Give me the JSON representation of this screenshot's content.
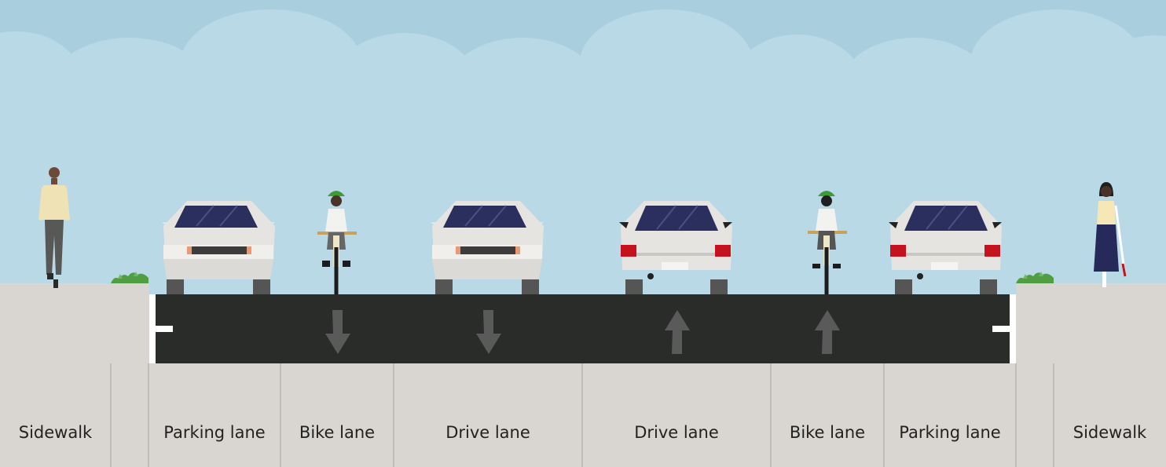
{
  "colors": {
    "sky": "#a9cfdf",
    "cloud": "#b8d9e5",
    "sidewalk": "#d9d5d0",
    "asphalt": "#2a2c2a",
    "lane_divider": "#b9b4ae",
    "arrow": "#5a5a5a",
    "car_body": "#e6e4e0",
    "windshield": "#2b2f5e",
    "taillight": "#c4121e",
    "helmet": "#3e9a34",
    "planter": "#4f9e43"
  },
  "segments": [
    {
      "id": "sidewalk-left",
      "label": "Sidewalk",
      "item": "pedestrian-walking"
    },
    {
      "id": "planter-left",
      "label": "",
      "item": "planter"
    },
    {
      "id": "parking-left",
      "label": "Parking lane",
      "item": "car-front",
      "direction": "down"
    },
    {
      "id": "bike-left",
      "label": "Bike lane",
      "item": "cyclist-front",
      "direction": "down"
    },
    {
      "id": "drive-left",
      "label": "Drive lane",
      "item": "car-front",
      "direction": "down"
    },
    {
      "id": "drive-right",
      "label": "Drive lane",
      "item": "car-rear",
      "direction": "up"
    },
    {
      "id": "bike-right",
      "label": "Bike lane",
      "item": "cyclist-rear",
      "direction": "up"
    },
    {
      "id": "parking-right",
      "label": "Parking lane",
      "item": "car-rear",
      "direction": "up"
    },
    {
      "id": "planter-right",
      "label": "",
      "item": "planter"
    },
    {
      "id": "sidewalk-right",
      "label": "Sidewalk",
      "item": "pedestrian-with-cane"
    }
  ]
}
